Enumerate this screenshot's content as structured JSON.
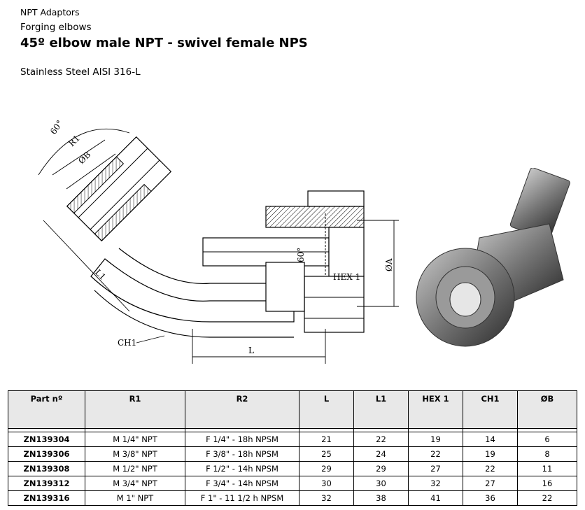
{
  "header": {
    "category": "NPT Adaptors",
    "subcategory": "Forging elbows",
    "title": "45º elbow male NPT - swivel female NPS",
    "material": "Stainless Steel AISI 316-L"
  },
  "drawing": {
    "angle_top": "60°",
    "r1": "R1",
    "b": "ØB",
    "l1": "L1",
    "ch1": "CH1",
    "angle_seat": "60°",
    "hex1": "HEX 1",
    "a": "ØA",
    "l": "L"
  },
  "table": {
    "headers": [
      "Part nº",
      "R1",
      "R2",
      "L",
      "L1",
      "HEX 1",
      "CH1",
      "ØB"
    ],
    "rows": [
      [
        "ZN139304",
        "M 1/4\" NPT",
        "F 1/4\" - 18h NPSM",
        "21",
        "22",
        "19",
        "14",
        "6"
      ],
      [
        "ZN139306",
        "M 3/8\" NPT",
        "F 3/8\" - 18h NPSM",
        "25",
        "24",
        "22",
        "19",
        "8"
      ],
      [
        "ZN139308",
        "M 1/2\" NPT",
        "F 1/2\" - 14h NPSM",
        "29",
        "29",
        "27",
        "22",
        "11"
      ],
      [
        "ZN139312",
        "M 3/4\" NPT",
        "F 3/4\" - 14h NPSM",
        "30",
        "30",
        "32",
        "27",
        "16"
      ],
      [
        "ZN139316",
        "M 1\" NPT",
        "F 1\" - 11 1/2 h NPSM",
        "32",
        "38",
        "41",
        "36",
        "22"
      ]
    ]
  }
}
